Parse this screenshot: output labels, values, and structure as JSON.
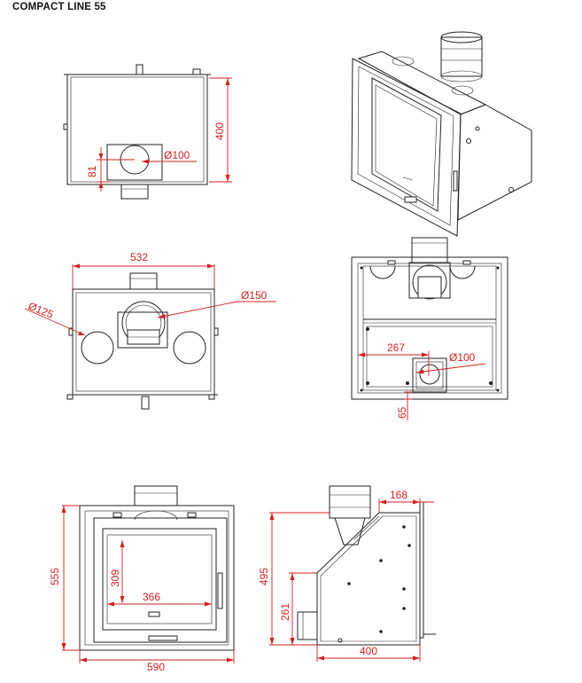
{
  "title": "COMPACT LINE 55",
  "colors": {
    "outline": "#222222",
    "dimension": "#d11f1f",
    "background": "#ffffff"
  },
  "dimensions": {
    "top_view": {
      "depth": "400",
      "flue_offset": "81",
      "flue_diameter": "Ø100"
    },
    "rear_view": {
      "width": "532",
      "side_duct_diameter": "Ø125",
      "flue_diameter": "Ø150"
    },
    "bottom_view": {
      "offset": "267",
      "air_inlet_diameter": "Ø100",
      "inlet_offset": "65"
    },
    "front_view": {
      "height": "555",
      "width": "590",
      "glass_height": "309",
      "glass_width": "366"
    },
    "side_view": {
      "top_depth": "168",
      "height": "495",
      "lower_height": "261",
      "depth": "400"
    }
  }
}
